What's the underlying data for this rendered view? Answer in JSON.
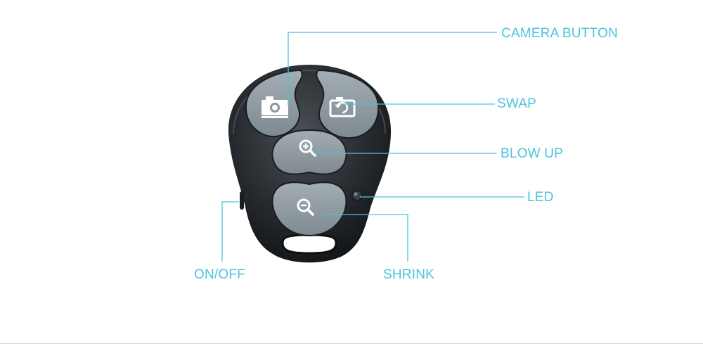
{
  "colors": {
    "label": "#4cc3dd",
    "leader": "#4cc3dd",
    "remote_body": "#262a2e",
    "button_face": "#8c979f",
    "divider": "#d6d6d6"
  },
  "labels": {
    "camera": "CAMERA BUTTON",
    "swap": "SWAP",
    "blow_up": "BLOW UP",
    "led": "LED",
    "on_off": "ON/OFF",
    "shrink": "SHRINK"
  },
  "icons": {
    "camera": "camera-icon",
    "swap": "swap-camera-icon",
    "blow_up": "zoom-in-icon",
    "shrink": "zoom-out-icon",
    "led": "led-indicator-icon"
  }
}
